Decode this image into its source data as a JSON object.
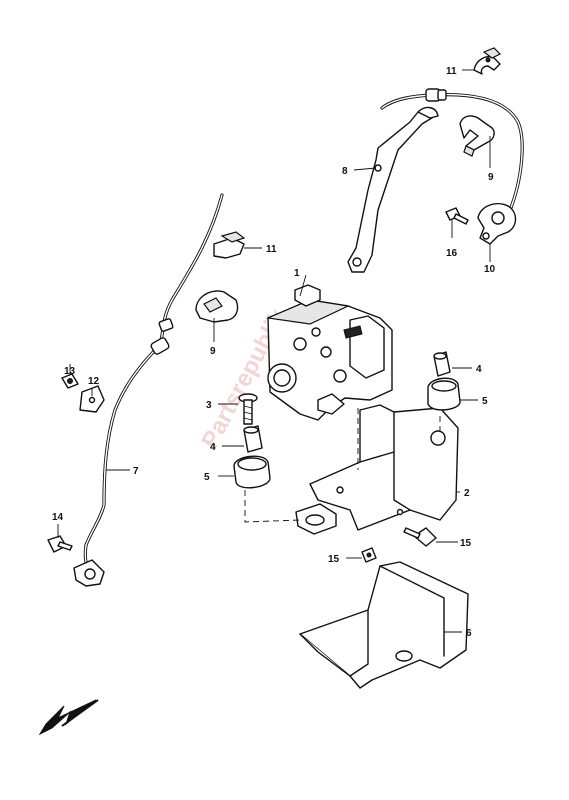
{
  "diagram": {
    "watermark": "Partsrepublik",
    "callouts": {
      "c1": "1",
      "c2": "2",
      "c3": "3",
      "c4a": "4",
      "c4b": "4",
      "c5a": "5",
      "c5b": "5",
      "c6": "6",
      "c7": "7",
      "c8": "8",
      "c9a": "9",
      "c9b": "9",
      "c10": "10",
      "c11a": "11",
      "c11b": "11",
      "c12": "12",
      "c13": "13",
      "c14": "14",
      "c15a": "15",
      "c15b": "15",
      "c16": "16"
    },
    "direction_icon": "front-direction-arrow-icon"
  }
}
